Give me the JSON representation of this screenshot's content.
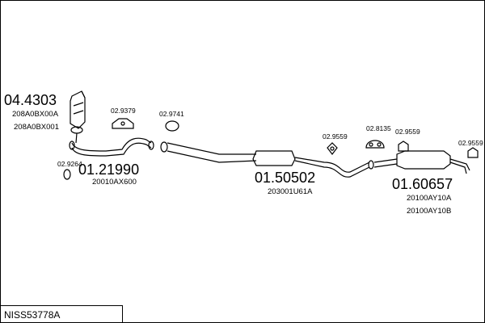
{
  "diagram": {
    "code": "NISS53778A",
    "parts": {
      "catalyst": {
        "number": "04.4303",
        "oe": [
          "208A0BX00A",
          "208A0BX001"
        ]
      },
      "front_pipe": {
        "number": "01.21990",
        "oe": [
          "20010AX600"
        ]
      },
      "gasket_front": {
        "number": "02.9264"
      },
      "bracket_a": {
        "number": "02.9379"
      },
      "ring_a": {
        "number": "02.9741"
      },
      "middle_silencer": {
        "number": "01.50502",
        "oe": [
          "203001U61A"
        ]
      },
      "hanger_a": {
        "number": "02.9559"
      },
      "rubber_mount": {
        "number": "02.8135"
      },
      "hanger_b": {
        "number": "02.9559"
      },
      "hanger_c": {
        "number": "02.9559"
      },
      "rear_silencer": {
        "number": "01.60657",
        "oe": [
          "20100AY10A",
          "20100AY10B"
        ]
      }
    }
  }
}
